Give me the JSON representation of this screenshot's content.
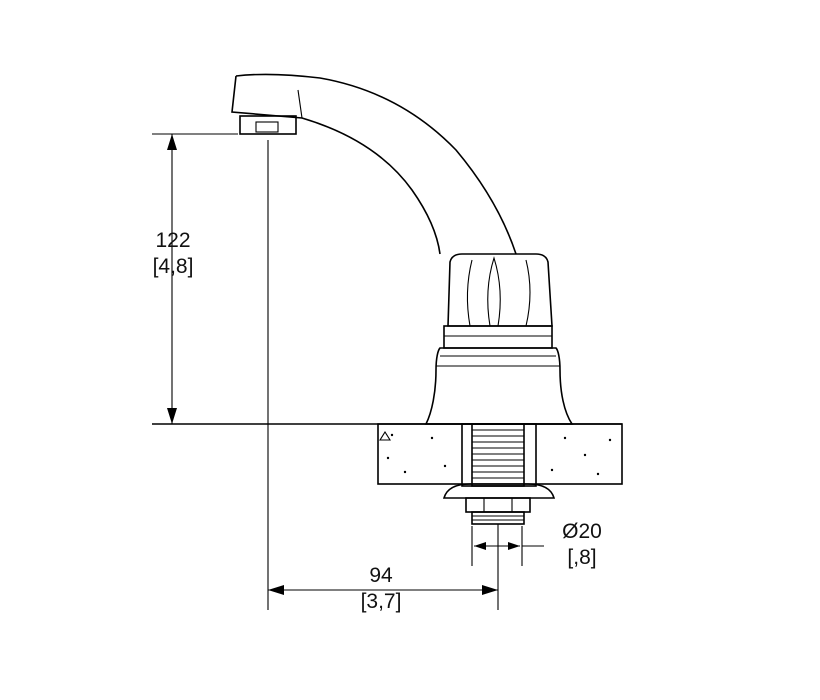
{
  "dimensions": {
    "height": {
      "value": "122",
      "imperial": "[4,8]"
    },
    "reach": {
      "value": "94",
      "imperial": "[3,7]"
    },
    "diameter": {
      "symbol": "Ø",
      "value": "20",
      "imperial": "[,8]"
    }
  }
}
